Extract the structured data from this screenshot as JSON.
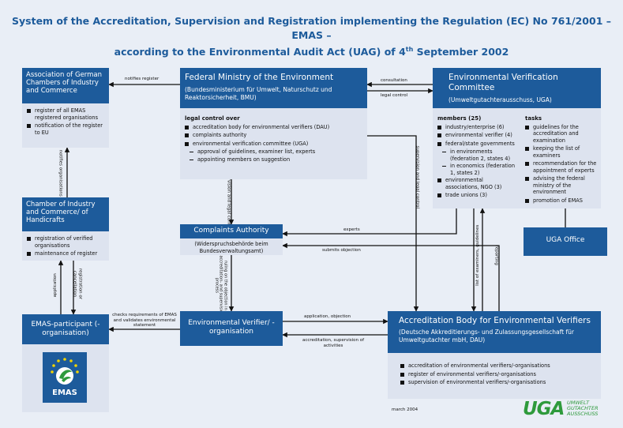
{
  "title": {
    "line1": "System of the Accreditation, Supervision and Registration implementing the Regulation (EC) No 761/2001 – EMAS –",
    "line2_pre": "according to the Environmental Audit Act (UAG) of 4",
    "line2_sup": "th",
    "line2_post": " September 2002"
  },
  "chambers": {
    "title": "Association of German Chambers of Industry and Commerce",
    "items": [
      "register of all EMAS registered organisations",
      "notification of the register to EU"
    ]
  },
  "ministry": {
    "title": "Federal Ministry of the Environment",
    "subtitle": "(Bundesministerium für Umwelt, Naturschutz und Reaktorsicherheit, BMU)",
    "heading": "legal control over",
    "items": [
      "accreditation body for environmental verifiers (DAU)",
      "complaints authority",
      "environmental verification committee (UGA)"
    ],
    "subitems": [
      "approval of guidelines, examiner list, experts",
      "appointing members on suggestion"
    ]
  },
  "uga": {
    "title": "Environmental Verification Committee",
    "subtitle": "(Umweltgutachterausschuss, UGA)",
    "members_heading": "members (25)",
    "members": [
      "industry/enterprise (6)",
      "environmental verifier (4)",
      "federal/state governments"
    ],
    "members_sub": [
      "in environments (federation 2, states 4)",
      "in economics (federation 1, states 2)"
    ],
    "members_more": [
      "environmental associations, NGO (3)",
      "trade unions (3)"
    ],
    "tasks_heading": "tasks",
    "tasks": [
      "guidelines for the accreditation and examination",
      "keeping the list of examiners",
      "recommendation for the appointment of experts",
      "advising the federal ministry of the environment",
      "promotion of EMAS"
    ]
  },
  "uga_office": {
    "title": "UGA Office"
  },
  "chamber_local": {
    "title": "Chamber of Industry and Commerce/ of Handicrafts",
    "items": [
      "registration of verified organisations",
      "maintenance of register"
    ]
  },
  "complaints": {
    "title": "Complaints Authority",
    "subtitle": "(Widerspruchsbehörde beim Bundesverwaltungsamt)"
  },
  "participant": {
    "title": "EMAS-participant (-organisation)",
    "logo_text": "EMAS"
  },
  "verifier": {
    "title": "Environmental Verifier/ -organisation"
  },
  "dau": {
    "title": "Accreditation Body for Environmental Verifiers",
    "subtitle": "(Deutsche Akkreditierungs- und Zulassungsgesellschaft für Umweltgutachter mbH, DAU)",
    "items": [
      "accreditation of environmental verifiers/-organisations",
      "register of environmental verifiers/-organisations",
      "supervision of environmental verifiers/-organisations"
    ]
  },
  "labels": {
    "notifies_register": "notifies register",
    "consultation": "consultation",
    "legal_control": "legal control",
    "supervision_legal_control_v": "supervision and legal control",
    "supervision_legal_control_right": "supervision and legal control",
    "notifies_organisations": "notifies organisations",
    "experts": "experts",
    "submits_objection": "submits objection",
    "list_examiners": "list of examiners, guidelines",
    "reporting": "reporting",
    "ruling": "ruling on the objection in accreditation- and supervision process",
    "application": "application",
    "registration_cancellation": "registration or cancellation",
    "checks": "checks requirements of EMAS and validates environmental statement",
    "application_objection": "application, objection",
    "accreditation_supervision": "accreditation, supervision of activities"
  },
  "footer": {
    "date": "march 2004",
    "logo": "UGA",
    "logo_text1": "UMWELT",
    "logo_text2": "GUTACHTER",
    "logo_text3": "AUSSCHUSS"
  },
  "colors": {
    "header_blue": "#1d5b9b",
    "body_grey": "#dde3ef",
    "logo_green": "#2e9a3c"
  }
}
